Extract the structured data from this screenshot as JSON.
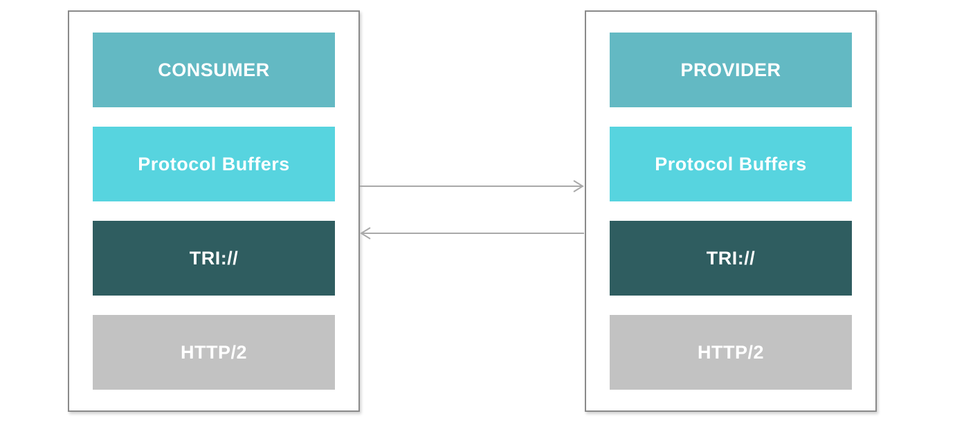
{
  "diagram": {
    "title": "RPC protocol stack diagram",
    "colors": {
      "background": "#ffffff",
      "container_border": "#8a8a8a",
      "layer_role": "#63b9c3",
      "layer_serialization": "#57d4df",
      "layer_protocol": "#2f5d60",
      "layer_transport": "#c2c2c2",
      "layer_text": "#ffffff",
      "arrow": "#a9a9a9"
    },
    "consumer": {
      "layers": [
        {
          "label": "CONSUMER",
          "type": "role"
        },
        {
          "label": "Protocol Buffers",
          "type": "serialization"
        },
        {
          "label": "TRI://",
          "type": "protocol"
        },
        {
          "label": "HTTP/2",
          "type": "transport"
        }
      ]
    },
    "provider": {
      "layers": [
        {
          "label": "PROVIDER",
          "type": "role"
        },
        {
          "label": "Protocol Buffers",
          "type": "serialization"
        },
        {
          "label": "TRI://",
          "type": "protocol"
        },
        {
          "label": "HTTP/2",
          "type": "transport"
        }
      ]
    },
    "arrows": [
      {
        "name": "request-arrow",
        "direction": "right",
        "from": "consumer",
        "to": "provider"
      },
      {
        "name": "response-arrow",
        "direction": "left",
        "from": "provider",
        "to": "consumer"
      }
    ]
  }
}
